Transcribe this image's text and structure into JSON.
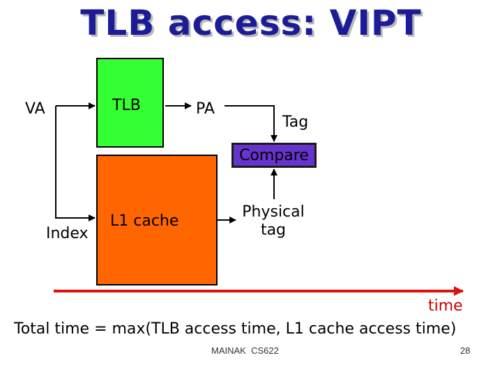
{
  "title": "TLB access: VIPT",
  "colors": {
    "title": "#1c1c96",
    "tlb_fill": "#33ff33",
    "l1_fill": "#ff6600",
    "compare_fill": "#6633cc",
    "timeline": "#dd1111",
    "time_text": "#cc0000"
  },
  "labels": {
    "va": "VA",
    "tlb": "TLB",
    "pa": "PA",
    "tag": "Tag",
    "compare": "Compare",
    "index": "Index",
    "l1_cache": "L1 cache",
    "physical_tag_line1": "Physical",
    "physical_tag_line2": "tag",
    "time": "time"
  },
  "summary": "Total time = max(TLB access time, L1 cache access time)",
  "footer": {
    "author": "MAINAK",
    "course": "CS622",
    "page_number": "28"
  }
}
